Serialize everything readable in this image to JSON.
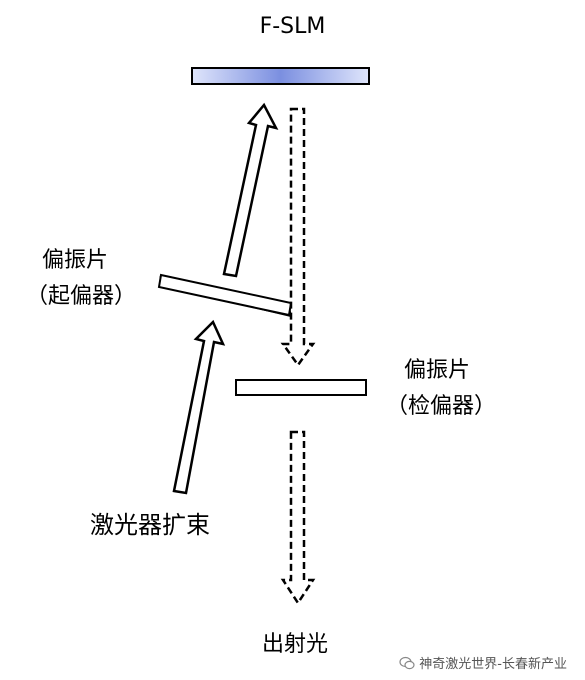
{
  "labels": {
    "slm": "F-SLM",
    "polarizer1_line1": "偏振片",
    "polarizer1_line2": "（起偏器）",
    "polarizer2_line1": "偏振片",
    "polarizer2_line2": "（检偏器）",
    "laser": "激光器扩束",
    "output": "出射光"
  },
  "watermark": {
    "text": "神奇激光世界-长春新产业"
  },
  "colors": {
    "stroke": "#000000",
    "slm_center": "#7b8fe0",
    "slm_edge": "#dfe5fb",
    "background": "#ffffff"
  }
}
